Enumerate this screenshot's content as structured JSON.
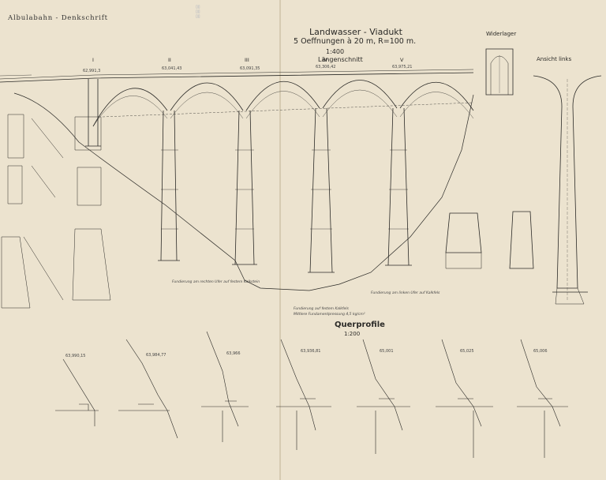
{
  "header": {
    "series": "Albulabahn - Denkschrift"
  },
  "title": {
    "name": "Landwasser - Viadukt",
    "spec": "5 Oeffnungen à 20 m, R=100 m.",
    "scale_main": "1:400",
    "section": "Längenschnitt"
  },
  "labels": {
    "abutment": "Widerlager",
    "side_view": "Ansicht links",
    "cross_title": "Querprofile",
    "cross_scale": "1:200"
  },
  "pier_numerals": [
    "I",
    "II",
    "III",
    "IV",
    "V"
  ],
  "chainages_top": [
    "62,991,3",
    "63,041,43",
    "63,091,35",
    "63,306,42",
    "63,975,21"
  ],
  "cross_chainages": [
    "63,990,15",
    "63,984,77",
    "63,966",
    "63,936,81",
    "65,001",
    "65,025",
    "65,006"
  ],
  "notes": {
    "n1": "Fundierung am rechten Ufer auf festem Kalkstein",
    "n2": "Fundierung auf festem Kalkfels",
    "n3": "Mittlere Fundamentpressung 4,5 kg/cm²",
    "n4": "Fundierung am linken Ufer auf Kalkfels"
  },
  "colors": {
    "paper": "#ece3cf",
    "ink": "#2b2a27",
    "stamp": "#9aa3b8"
  }
}
